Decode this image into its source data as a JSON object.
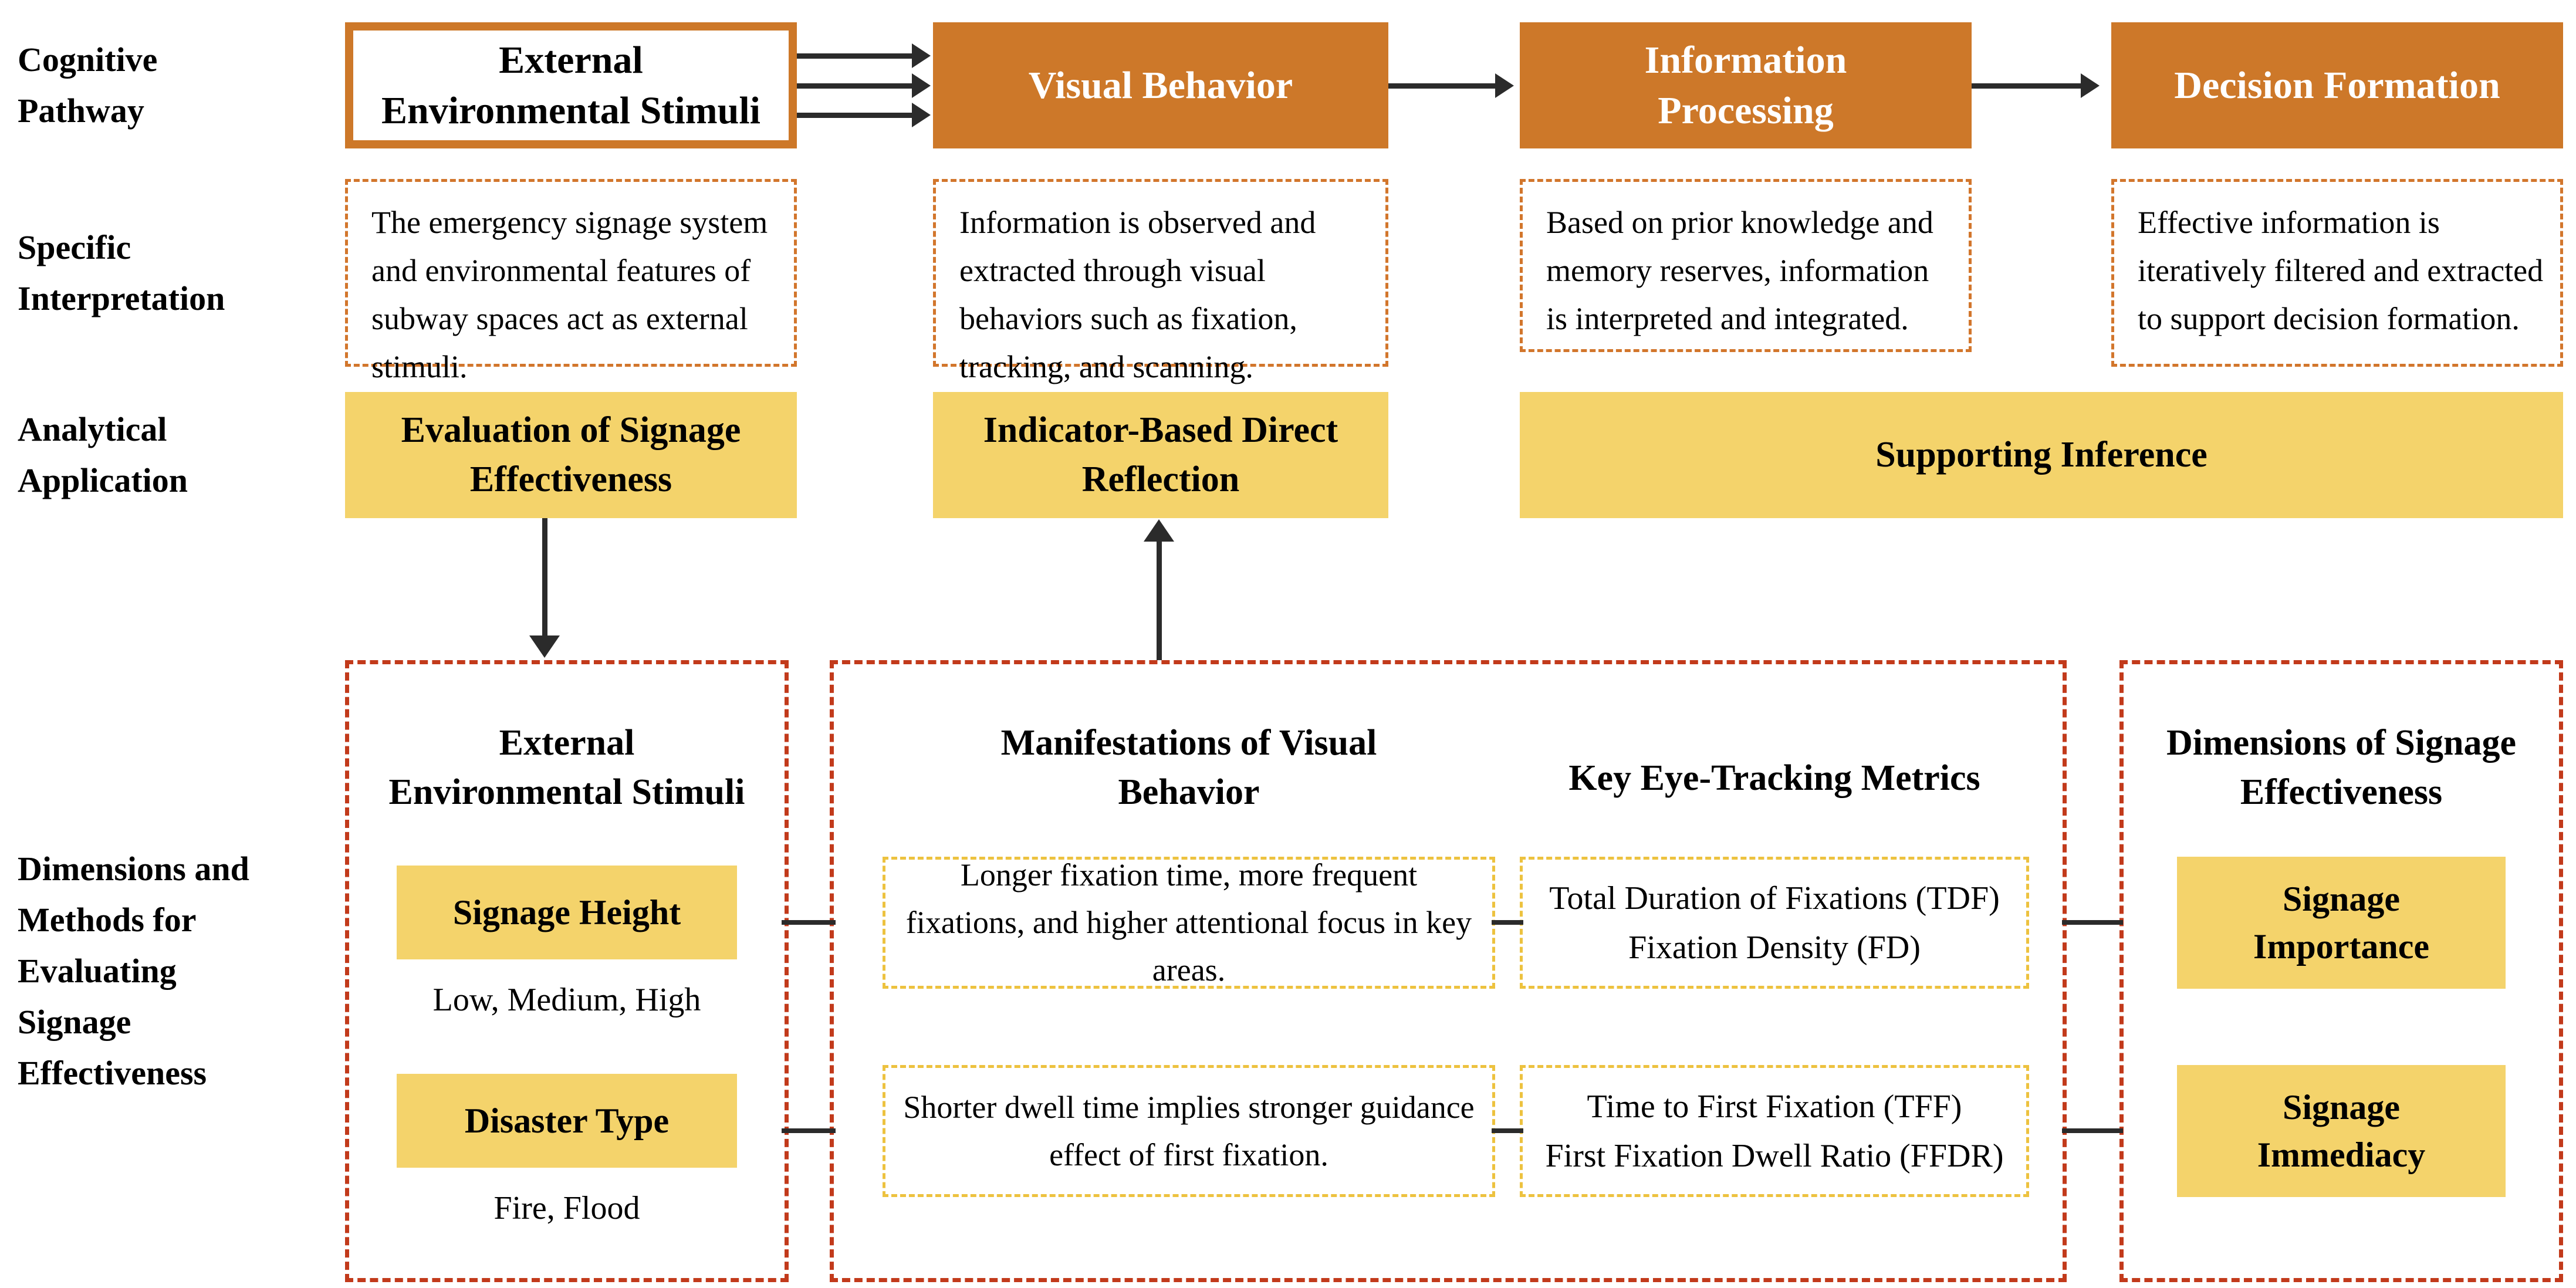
{
  "colors": {
    "orange": "#CD7829",
    "yellow": "#F4D36B",
    "orange_dashed_border": "#D2762C",
    "red_dashed_border": "#C23A1B",
    "yellow_dashed_border": "#EDC23F",
    "arrow": "#2B2B2B"
  },
  "row_labels": {
    "cognitive": "Cognitive\nPathway",
    "interpretation": "Specific\nInterpretation",
    "application": "Analytical\nApplication",
    "dimensions": "Dimensions and\nMethods for\nEvaluating\nSignage\nEffectiveness"
  },
  "pathway": {
    "stages": [
      {
        "label": "External\nEnvironmental Stimuli"
      },
      {
        "label": "Visual Behavior"
      },
      {
        "label": "Information\nProcessing"
      },
      {
        "label": "Decision Formation"
      }
    ]
  },
  "interpretation": {
    "notes": [
      "The emergency signage system and environmental features of subway spaces act as external stimuli.",
      "Information is observed and extracted through visual behaviors such as fixation, tracking, and scanning.",
      "Based on prior knowledge and memory reserves, information is interpreted and integrated.",
      "Effective information is iteratively filtered and extracted to support decision formation."
    ]
  },
  "application": {
    "evaluation": "Evaluation of Signage\nEffectiveness",
    "indicator": "Indicator-Based Direct\nReflection",
    "supporting": "Supporting Inference"
  },
  "framework": {
    "stimuli": {
      "title": "External\nEnvironmental Stimuli",
      "factors": [
        {
          "name": "Signage Height",
          "levels": "Low, Medium, High"
        },
        {
          "name": "Disaster Type",
          "levels": "Fire, Flood"
        }
      ]
    },
    "manifestations": {
      "title": "Manifestations of Visual\nBehavior",
      "items": [
        "Longer fixation time, more frequent fixations, and higher attentional focus in key areas.",
        "Shorter dwell time implies stronger guidance effect of first fixation."
      ]
    },
    "metrics": {
      "title": "Key Eye-Tracking Metrics",
      "items": [
        "Total Duration of Fixations (TDF)\nFixation Density (FD)",
        "Time to First Fixation (TFF)\nFirst Fixation Dwell Ratio (FFDR)"
      ]
    },
    "dimensions": {
      "title": "Dimensions of Signage\nEffectiveness",
      "items": [
        "Signage\nImportance",
        "Signage\nImmediacy"
      ]
    }
  }
}
